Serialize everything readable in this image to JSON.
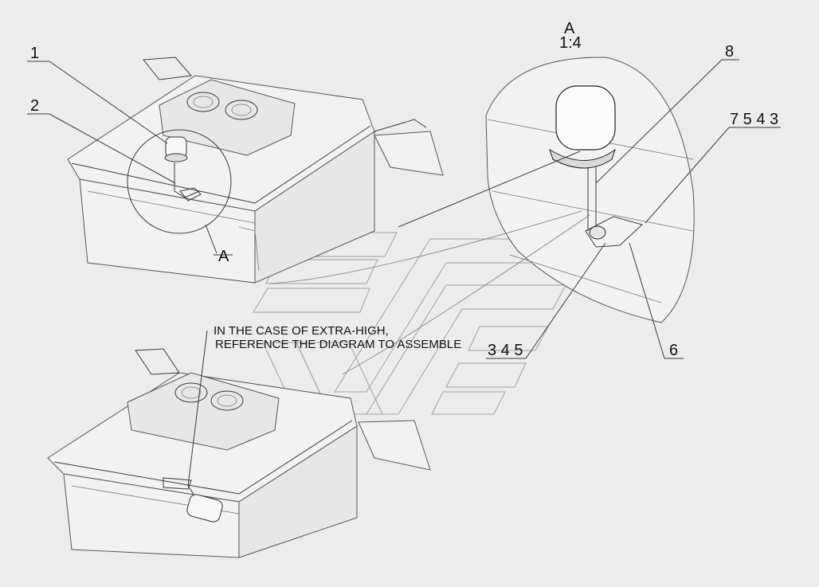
{
  "callouts": {
    "c1": "1",
    "c2": "2",
    "c8": "8",
    "c6": "6",
    "c7543": "7 5 4 3",
    "c345": "3 4 5",
    "view_ref": "A"
  },
  "detail_view": {
    "label": "A",
    "scale": "1:4"
  },
  "note": {
    "line1": "IN THE CASE OF EXTRA-HIGH,",
    "line2": "REFERENCE THE DIAGRAM TO ASSEMBLE"
  }
}
